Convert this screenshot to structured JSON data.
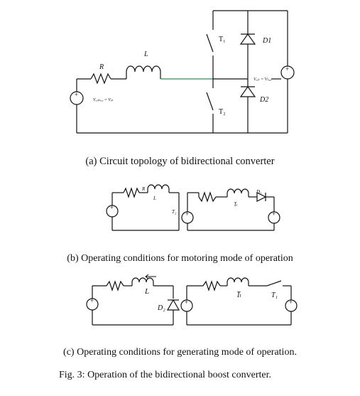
{
  "labels": {
    "R": "R",
    "L": "L",
    "T1": "T₁",
    "T2": "T₂",
    "D1": "D1",
    "D2": "D2",
    "vbat": "Vₑₐₜₜₑᵣᵧ = Vᵢₙ",
    "vout": "Vₒᵤₜ = Vₗₒₐₑ",
    "b_R": "R",
    "b_L": "L",
    "b_T2": "T₂",
    "b_D1": "D₁",
    "b_IL": "I̅ₗ",
    "c_L": "L",
    "c_D2": "D₂",
    "c_IL": "I̅ₗ",
    "c_T1": "T₁",
    "plus": "+"
  },
  "captions": {
    "a": "(a)  Circuit topology of bidirectional converter",
    "b": "(b) Operating conditions for motoring mode of operation",
    "c": "(c) Operating conditions for generating mode of operation.",
    "fig": "Fig. 3: Operation of the bidirectional boost converter."
  },
  "colors": {
    "line": "#111111",
    "green_wire": "#2e8b57"
  }
}
